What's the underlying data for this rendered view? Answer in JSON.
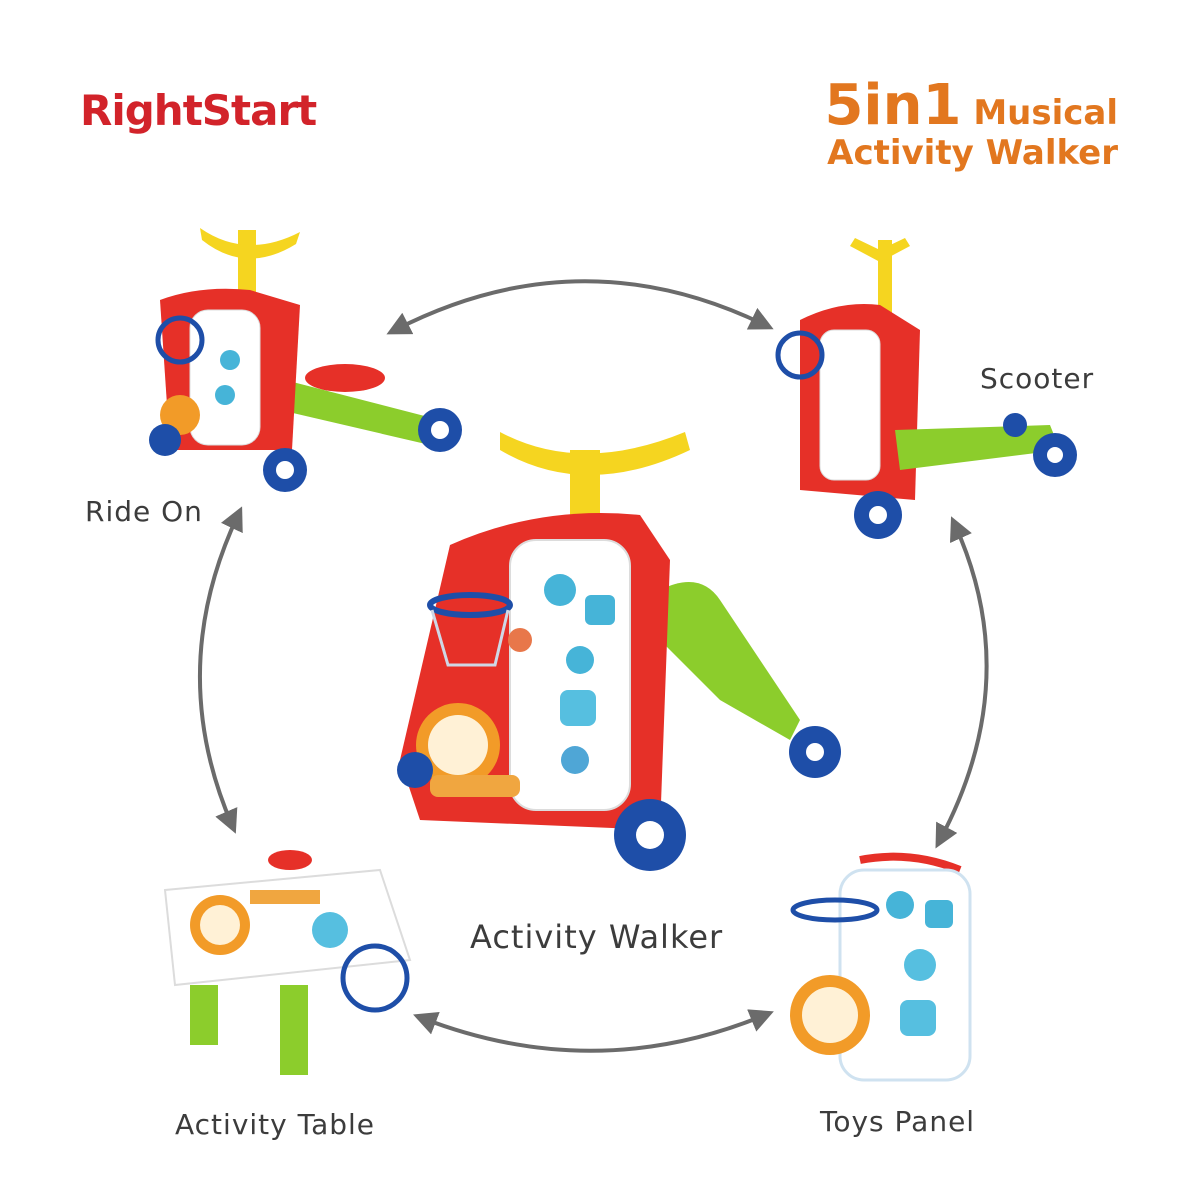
{
  "brand": {
    "name": "RightStart"
  },
  "title": {
    "number": "5in1",
    "word1": "Musical",
    "line2": "Activity Walker"
  },
  "modes": {
    "ride_on": "Ride On",
    "scooter": "Scooter",
    "activity_walker": "Activity Walker",
    "activity_table": "Activity Table",
    "toys_panel": "Toys Panel"
  },
  "colors": {
    "brand_red": "#d2232a",
    "title_orange": "#e2771f",
    "toy_red": "#e63028",
    "toy_green": "#8ccd2c",
    "toy_yellow": "#f5d520",
    "toy_blue": "#1e4ea8",
    "arrow_gray": "#6b6b6b"
  }
}
